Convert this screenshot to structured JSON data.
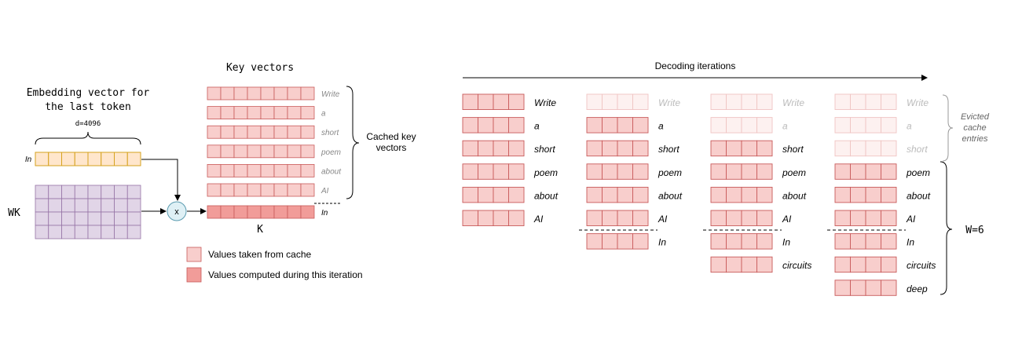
{
  "left": {
    "embedding_title_line1": "Embedding vector for",
    "embedding_title_line2": "the last token",
    "dim_label": "d=4096",
    "embedding_token": "In",
    "wk_label": "WK",
    "multiply_symbol": "x",
    "k_label": "K",
    "key_vectors_title": "Key vectors",
    "cached_label_line1": "Cached key",
    "cached_label_line2": "vectors",
    "key_rows": [
      {
        "token": "Write",
        "state": "cached"
      },
      {
        "token": "a",
        "state": "cached"
      },
      {
        "token": "short",
        "state": "cached"
      },
      {
        "token": "poem",
        "state": "cached"
      },
      {
        "token": "about",
        "state": "cached"
      },
      {
        "token": "AI",
        "state": "cached"
      },
      {
        "token": "In",
        "state": "computed"
      }
    ]
  },
  "legend": [
    {
      "label": "Values taken from cache",
      "color": "#f8cecc"
    },
    {
      "label": "Values computed during this iteration",
      "color": "#f19c99"
    }
  ],
  "decoding": {
    "title": "Decoding iterations",
    "columns": [
      {
        "rows": [
          {
            "token": "Write",
            "state": "active"
          },
          {
            "token": "a",
            "state": "active"
          },
          {
            "token": "short",
            "state": "active"
          },
          {
            "token": "poem",
            "state": "active"
          },
          {
            "token": "about",
            "state": "active"
          },
          {
            "token": "AI",
            "state": "active"
          }
        ]
      },
      {
        "rows": [
          {
            "token": "Write",
            "state": "evicted"
          },
          {
            "token": "a",
            "state": "active"
          },
          {
            "token": "short",
            "state": "active"
          },
          {
            "token": "poem",
            "state": "active"
          },
          {
            "token": "about",
            "state": "active"
          },
          {
            "token": "AI",
            "state": "active"
          },
          {
            "token": "In",
            "state": "active"
          }
        ]
      },
      {
        "rows": [
          {
            "token": "Write",
            "state": "evicted"
          },
          {
            "token": "a",
            "state": "evicted"
          },
          {
            "token": "short",
            "state": "active"
          },
          {
            "token": "poem",
            "state": "active"
          },
          {
            "token": "about",
            "state": "active"
          },
          {
            "token": "AI",
            "state": "active"
          },
          {
            "token": "In",
            "state": "active"
          },
          {
            "token": "circuits",
            "state": "active"
          }
        ]
      },
      {
        "rows": [
          {
            "token": "Write",
            "state": "evicted"
          },
          {
            "token": "a",
            "state": "evicted"
          },
          {
            "token": "short",
            "state": "evicted"
          },
          {
            "token": "poem",
            "state": "active"
          },
          {
            "token": "about",
            "state": "active"
          },
          {
            "token": "AI",
            "state": "active"
          },
          {
            "token": "In",
            "state": "active"
          },
          {
            "token": "circuits",
            "state": "active"
          },
          {
            "token": "deep",
            "state": "active"
          }
        ]
      }
    ],
    "evicted_label_line1": "Evicted",
    "evicted_label_line2": "cache",
    "evicted_label_line3": "entries",
    "window_label": "W=6"
  },
  "colors": {
    "cache_fill": "#f8cecc",
    "cache_stroke": "#c85a5a",
    "computed_fill": "#f19c99",
    "embed_fill": "#ffe6cc",
    "embed_stroke": "#d6a21e",
    "wk_fill": "#e1d5e7",
    "wk_stroke": "#9673a6",
    "mult_fill": "#dff0f5",
    "mult_stroke": "#5a9bb0",
    "evicted_fill": "#fdf1f0",
    "evicted_stroke": "#f0c4c2"
  }
}
